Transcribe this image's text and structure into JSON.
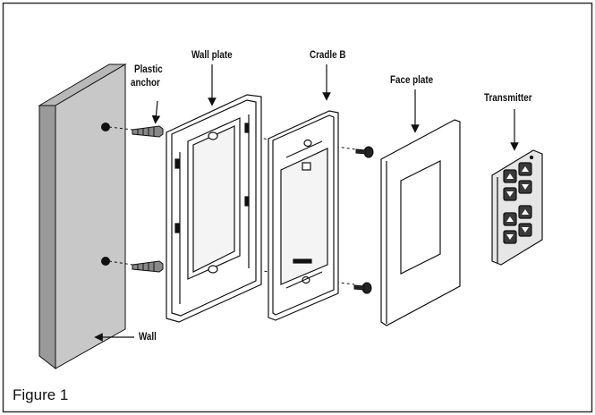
{
  "labels": {
    "plastic_anchor_line1": "Plastic",
    "plastic_anchor_line2": "anchor",
    "wall_plate": "Wall plate",
    "cradle_b": "Cradle B",
    "face_plate": "Face plate",
    "transmitter": "Transmitter",
    "wall": "Wall"
  },
  "caption": "Figure 1",
  "colors": {
    "wall_fill": "#c8c8c8",
    "wall_edge": "#9a9a9a",
    "line": "#111111",
    "transmitter_body": "#e6e6e6",
    "button": "#3a3a3a",
    "border": "#333333"
  }
}
